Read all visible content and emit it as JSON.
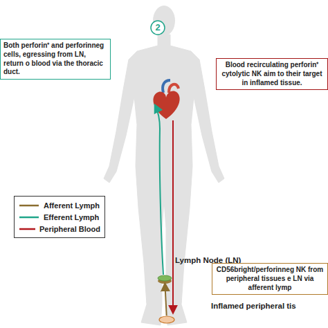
{
  "diagram": {
    "nodes": [
      {
        "text": [
          "2"
        ]
      },
      {
        "text": [
          "Both perforin⁺ and perforinneg cells, egressing from LN, return o blood via the thoracic duct."
        ]
      },
      {
        "text": [
          "Blood recirculating perforin⁺ cytolytic NK aim to their target in inflamed tissue."
        ]
      },
      {
        "text": [
          "Lymph Node (LN)"
        ]
      },
      {
        "text": [
          "CD56bright/perforinneg NK from peripheral tissues e LN via afferent lymp"
        ]
      },
      {
        "text": [
          "Inflamed peripheral tis"
        ]
      }
    ],
    "edges": [
      {
        "from": 5,
        "to": 3,
        "arrow": "to"
      }
    ],
    "legend": [
      {
        "text": "Afferent Lymph"
      },
      {
        "text": "Efferent Lymph"
      },
      {
        "text": "Peripheral Blood"
      }
    ]
  }
}
